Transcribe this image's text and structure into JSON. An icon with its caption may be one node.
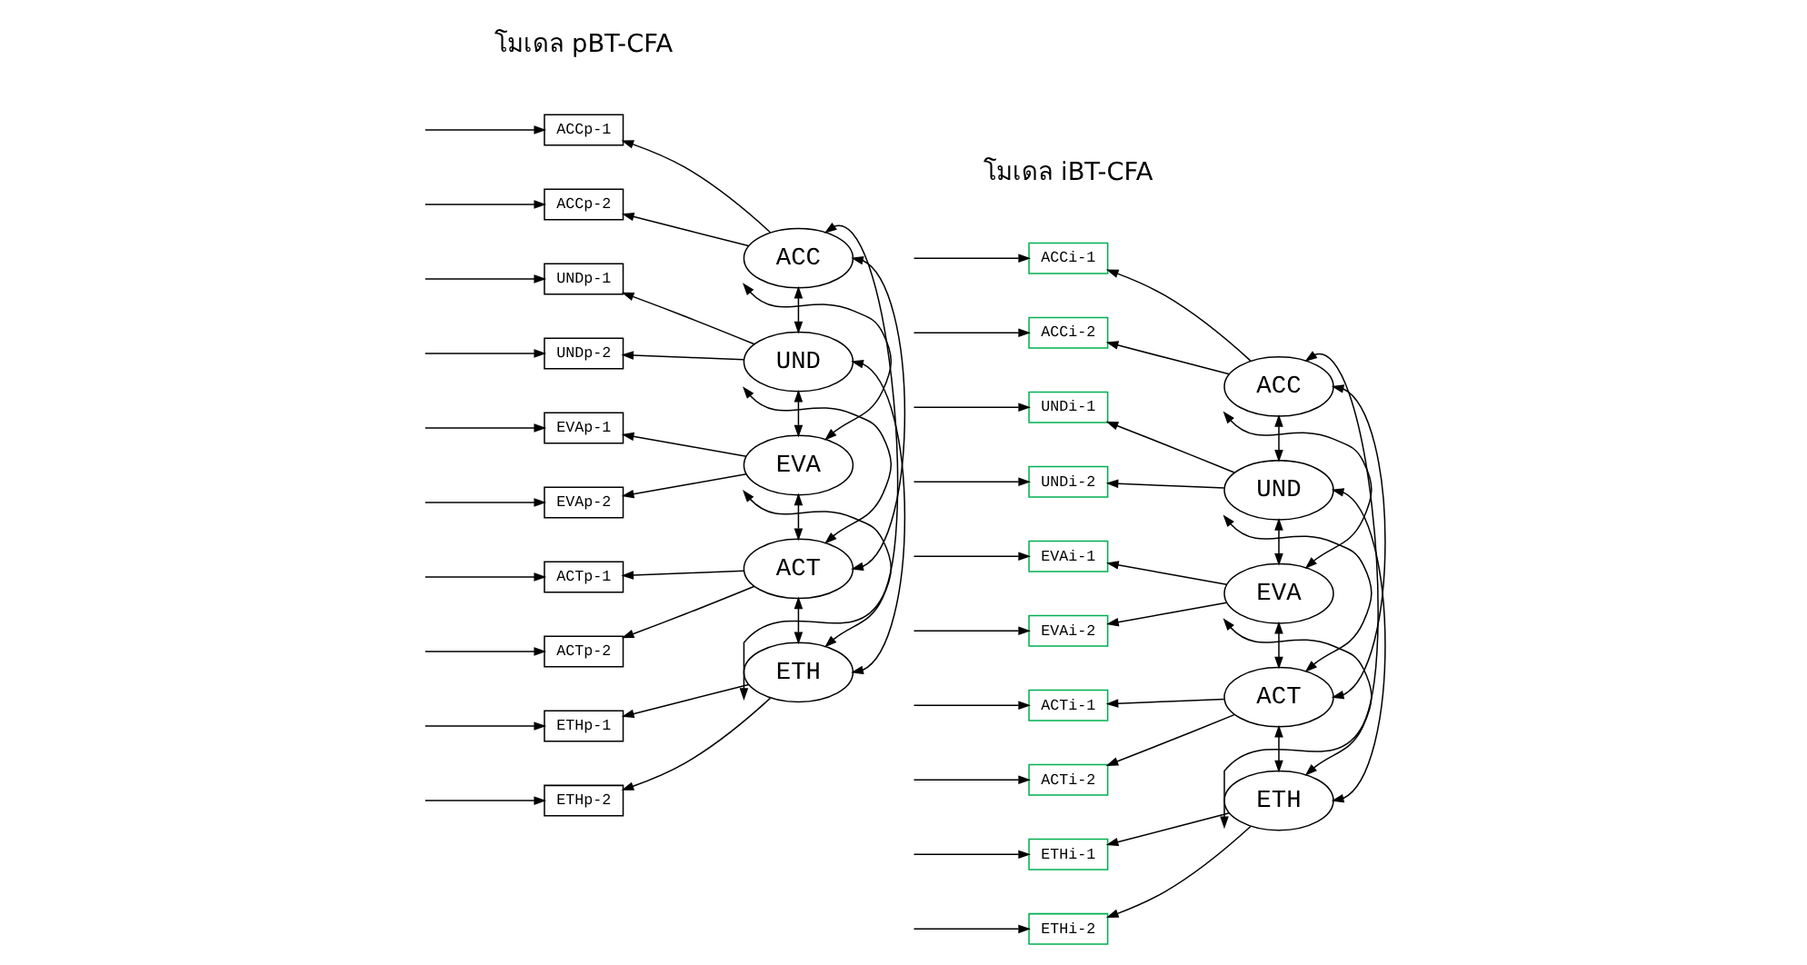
{
  "diagram": {
    "nodes": [
      {
        "text": [
          "ACCp-1"
        ]
      },
      {
        "text": [
          "ACCp-2"
        ]
      },
      {
        "text": [
          "UNDp-1"
        ]
      },
      {
        "text": [
          "UNDp-2"
        ]
      },
      {
        "text": [
          "EVAp-1"
        ]
      },
      {
        "text": [
          "EVAp-2"
        ]
      },
      {
        "text": [
          "ACTp-1"
        ]
      },
      {
        "text": [
          "ACTp-2"
        ]
      },
      {
        "text": [
          "ETHp-1"
        ]
      },
      {
        "text": [
          "ETHp-2"
        ]
      },
      {
        "text": [
          "ACC"
        ]
      },
      {
        "text": [
          "UND"
        ]
      },
      {
        "text": [
          "EVA"
        ]
      },
      {
        "text": [
          "ACT"
        ]
      },
      {
        "text": [
          "ETH"
        ]
      },
      {
        "text": [
          "ACCi-1"
        ]
      },
      {
        "text": [
          "ACCi-2"
        ]
      },
      {
        "text": [
          "UNDi-1"
        ]
      },
      {
        "text": [
          "UNDi-2"
        ]
      },
      {
        "text": [
          "EVAi-1"
        ]
      },
      {
        "text": [
          "EVAi-2"
        ]
      },
      {
        "text": [
          "ACTi-1"
        ]
      },
      {
        "text": [
          "ACTi-2"
        ]
      },
      {
        "text": [
          "ETHi-1"
        ]
      },
      {
        "text": [
          "ETHi-2"
        ]
      },
      {
        "text": [
          "ACC"
        ]
      },
      {
        "text": [
          "UND"
        ]
      },
      {
        "text": [
          "EVA"
        ]
      },
      {
        "text": [
          "ACT"
        ]
      },
      {
        "text": [
          "ETH"
        ]
      }
    ],
    "edges": [
      {
        "from": null,
        "to": 0,
        "arrow": "to"
      },
      {
        "from": null,
        "to": 1,
        "arrow": "to"
      },
      {
        "from": null,
        "to": 2,
        "arrow": "to"
      },
      {
        "from": null,
        "to": 3,
        "arrow": "to"
      },
      {
        "from": null,
        "to": 4,
        "arrow": "to"
      },
      {
        "from": null,
        "to": 5,
        "arrow": "to"
      },
      {
        "from": null,
        "to": 6,
        "arrow": "to"
      },
      {
        "from": null,
        "to": 7,
        "arrow": "to"
      },
      {
        "from": null,
        "to": 8,
        "arrow": "to"
      },
      {
        "from": null,
        "to": 9,
        "arrow": "to"
      },
      {
        "from": 10,
        "to": 0,
        "arrow": "to"
      },
      {
        "from": 10,
        "to": 1,
        "arrow": "to"
      },
      {
        "from": 11,
        "to": 2,
        "arrow": "to"
      },
      {
        "from": 11,
        "to": 3,
        "arrow": "to"
      },
      {
        "from": 12,
        "to": 4,
        "arrow": "to"
      },
      {
        "from": 12,
        "to": 5,
        "arrow": "to"
      },
      {
        "from": 13,
        "to": 6,
        "arrow": "to"
      },
      {
        "from": 13,
        "to": 7,
        "arrow": "to"
      },
      {
        "from": 14,
        "to": 8,
        "arrow": "to"
      },
      {
        "from": 14,
        "to": 9,
        "arrow": "to"
      },
      {
        "from": 10,
        "to": 11,
        "arrow": "both"
      },
      {
        "from": 10,
        "to": 12,
        "arrow": "both"
      },
      {
        "from": 10,
        "to": 13,
        "arrow": "both"
      },
      {
        "from": 10,
        "to": 14,
        "arrow": "both"
      },
      {
        "from": 11,
        "to": 12,
        "arrow": "both"
      },
      {
        "from": 11,
        "to": 13,
        "arrow": "both"
      },
      {
        "from": 11,
        "to": 14,
        "arrow": "both"
      },
      {
        "from": 12,
        "to": 13,
        "arrow": "both"
      },
      {
        "from": 12,
        "to": 14,
        "arrow": "both"
      },
      {
        "from": 13,
        "to": 14,
        "arrow": "both"
      },
      {
        "from": null,
        "to": 15,
        "arrow": "to"
      },
      {
        "from": null,
        "to": 16,
        "arrow": "to"
      },
      {
        "from": null,
        "to": 17,
        "arrow": "to"
      },
      {
        "from": null,
        "to": 18,
        "arrow": "to"
      },
      {
        "from": null,
        "to": 19,
        "arrow": "to"
      },
      {
        "from": null,
        "to": 20,
        "arrow": "to"
      },
      {
        "from": null,
        "to": 21,
        "arrow": "to"
      },
      {
        "from": null,
        "to": 22,
        "arrow": "to"
      },
      {
        "from": null,
        "to": 23,
        "arrow": "to"
      },
      {
        "from": null,
        "to": 24,
        "arrow": "to"
      },
      {
        "from": 25,
        "to": 15,
        "arrow": "to"
      },
      {
        "from": 25,
        "to": 16,
        "arrow": "to"
      },
      {
        "from": 26,
        "to": 17,
        "arrow": "to"
      },
      {
        "from": 26,
        "to": 18,
        "arrow": "to"
      },
      {
        "from": 27,
        "to": 19,
        "arrow": "to"
      },
      {
        "from": 27,
        "to": 20,
        "arrow": "to"
      },
      {
        "from": 28,
        "to": 21,
        "arrow": "to"
      },
      {
        "from": 28,
        "to": 22,
        "arrow": "to"
      },
      {
        "from": 29,
        "to": 23,
        "arrow": "to"
      },
      {
        "from": 29,
        "to": 24,
        "arrow": "to"
      },
      {
        "from": 25,
        "to": 26,
        "arrow": "both"
      },
      {
        "from": 25,
        "to": 27,
        "arrow": "both"
      },
      {
        "from": 25,
        "to": 28,
        "arrow": "both"
      },
      {
        "from": 25,
        "to": 29,
        "arrow": "both"
      },
      {
        "from": 26,
        "to": 27,
        "arrow": "both"
      },
      {
        "from": 26,
        "to": 28,
        "arrow": "both"
      },
      {
        "from": 26,
        "to": 29,
        "arrow": "both"
      },
      {
        "from": 27,
        "to": 28,
        "arrow": "both"
      },
      {
        "from": 27,
        "to": 29,
        "arrow": "both"
      },
      {
        "from": 28,
        "to": 29,
        "arrow": "both"
      }
    ],
    "labels": [
      "โมเดล pBT-CFA",
      "โมเดล iBT-CFA"
    ]
  }
}
